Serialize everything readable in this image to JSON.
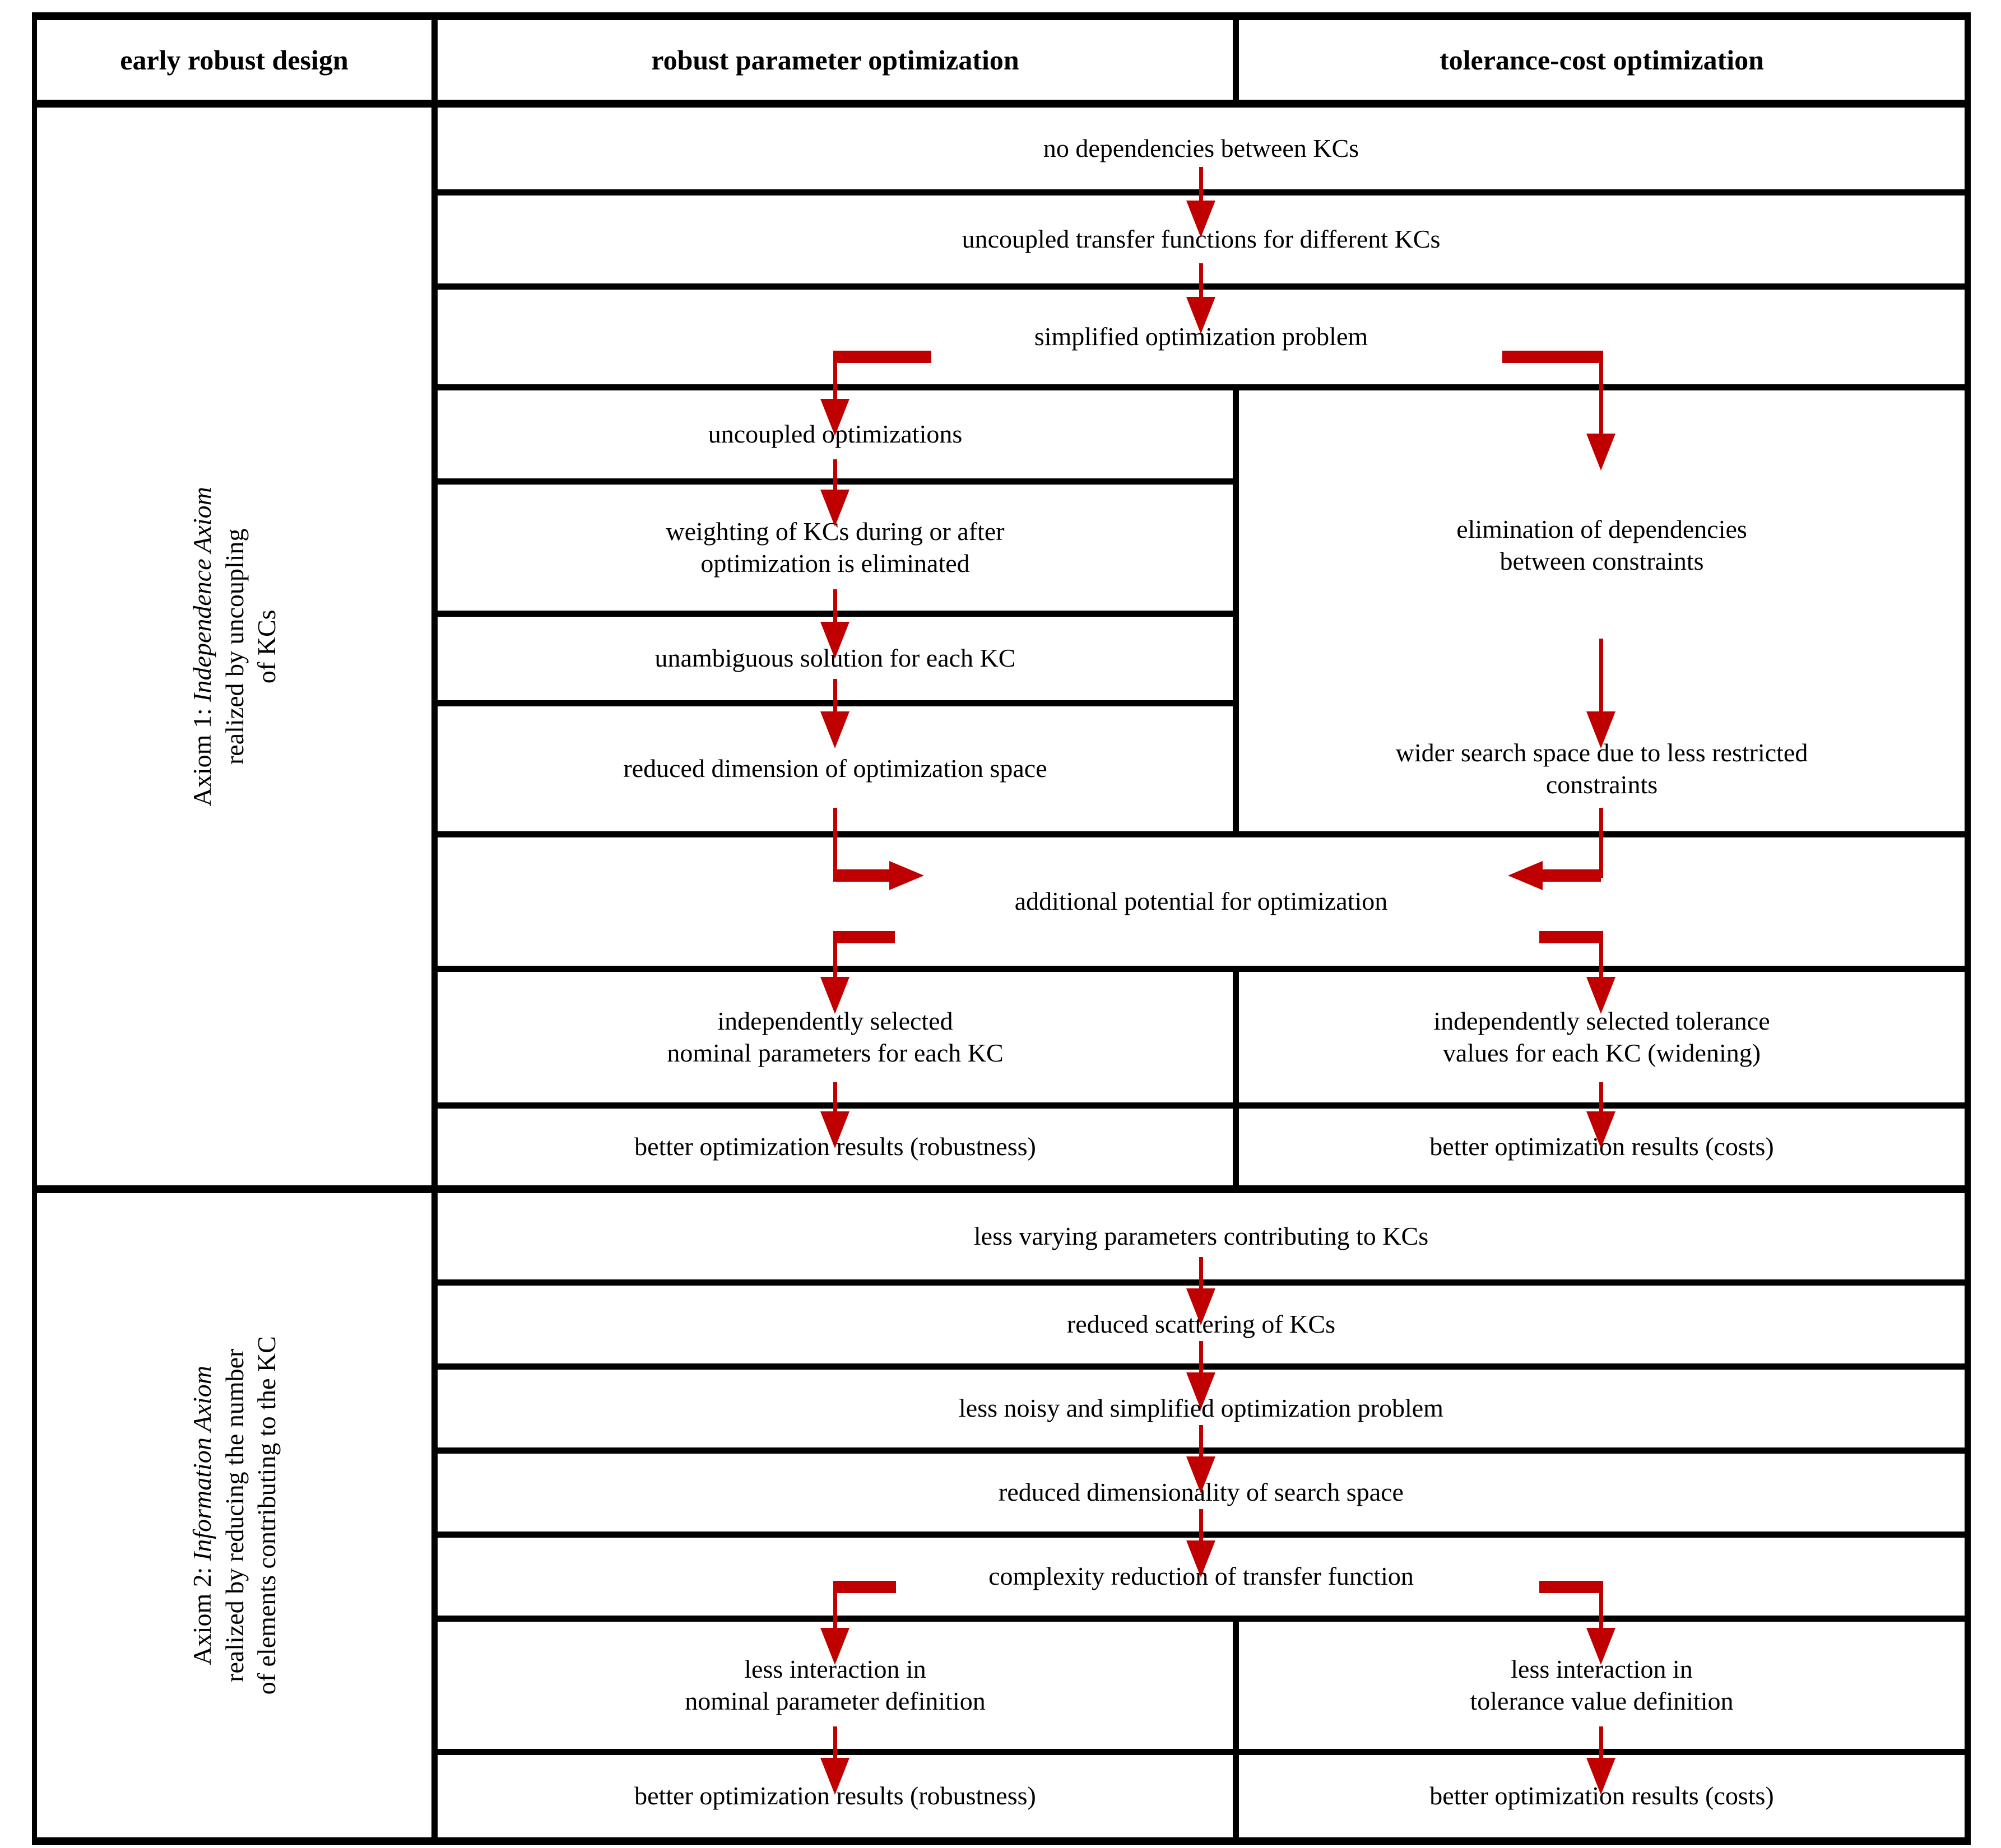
{
  "headers": {
    "col1": "early robust design",
    "col2": "robust parameter optimization",
    "col3": "tolerance-cost optimization"
  },
  "sections": [
    {
      "id": "axiom-1",
      "side_label_line1_prefix": "Axiom 1: ",
      "side_label_line1_italic": "Independence Axiom",
      "side_label_line2": "realized by  uncoupling",
      "side_label_line3": "of KCs",
      "rows": [
        {
          "type": "span",
          "text": "no dependencies between KCs"
        },
        {
          "type": "span",
          "text": "uncoupled transfer functions for different KCs"
        },
        {
          "type": "span",
          "text": "simplified optimization problem"
        },
        {
          "type": "split",
          "left": "uncoupled optimizations",
          "right": ""
        },
        {
          "type": "split",
          "left": "weighting of KCs during or after optimization is eliminated",
          "right": "elimination of dependencies between constraints"
        },
        {
          "type": "split",
          "left": "unambiguous solution for each KC",
          "right": ""
        },
        {
          "type": "split",
          "left": "reduced dimension of optimization space",
          "right": "wider search space due to less restricted constraints"
        },
        {
          "type": "span",
          "text": "additional potential for optimization"
        },
        {
          "type": "split",
          "left": "independently selected nominal parameters for each KC",
          "right": "independently selected tolerance values for each KC (widening)"
        },
        {
          "type": "split",
          "left": "better optimization results (robustness)",
          "right": "better optimization results (costs)"
        }
      ]
    },
    {
      "id": "axiom-2",
      "side_label_line1_prefix": "Axiom 2: ",
      "side_label_line1_italic": "Information Axiom",
      "side_label_line2": "realized by reducing the number",
      "side_label_line3": "of elements contributing to the KC",
      "rows": [
        {
          "type": "span",
          "text": "less varying parameters contributing to KCs"
        },
        {
          "type": "span",
          "text": "reduced scattering of KCs"
        },
        {
          "type": "span",
          "text": "less noisy and simplified optimization problem"
        },
        {
          "type": "span",
          "text": "reduced dimensionality of search space"
        },
        {
          "type": "span",
          "text": "complexity reduction of transfer function"
        },
        {
          "type": "split",
          "left": "less interaction in nominal parameter definition",
          "right": "less interaction in tolerance value definition"
        },
        {
          "type": "split",
          "left": "better optimization results (robustness)",
          "right": "better optimization results (costs)"
        }
      ]
    }
  ],
  "cells": {
    "a1_r1": "no dependencies between KCs",
    "a1_r2": "uncoupled transfer functions for different KCs",
    "a1_r3": "simplified optimization problem",
    "a1_r4_l": "uncoupled optimizations",
    "a1_r5_l1": "weighting of KCs during or after",
    "a1_r5_l2": "optimization is eliminated",
    "a1_r5_r1": "elimination of dependencies",
    "a1_r5_r2": "between constraints",
    "a1_r6_l": "unambiguous solution for each KC",
    "a1_r7_l": "reduced dimension of optimization space",
    "a1_r7_r1": "wider search space due to less restricted",
    "a1_r7_r2": "constraints",
    "a1_r8": "additional potential for optimization",
    "a1_r9_l1": "independently selected",
    "a1_r9_l2": "nominal parameters for each KC",
    "a1_r9_r1": "independently selected tolerance",
    "a1_r9_r2": "values for each KC (widening)",
    "a1_r10_l": "better optimization results (robustness)",
    "a1_r10_r": "better optimization results (costs)",
    "a2_r1": "less varying parameters contributing to KCs",
    "a2_r2": "reduced scattering of KCs",
    "a2_r3": "less noisy and simplified optimization problem",
    "a2_r4": "reduced dimensionality of search space",
    "a2_r5": "complexity reduction of transfer function",
    "a2_r6_l1": "less interaction in",
    "a2_r6_l2": "nominal parameter definition",
    "a2_r6_r1": "less interaction in",
    "a2_r6_r2": "tolerance value definition",
    "a2_r7_l": "better optimization results (robustness)",
    "a2_r7_r": "better optimization results (costs)"
  },
  "side": {
    "a1_l1a": "Axiom 1: ",
    "a1_l1b": "Independence Axiom",
    "a1_l2": "realized by  uncoupling",
    "a1_l3": "of KCs",
    "a2_l1a": "Axiom 2: ",
    "a2_l1b": "Information Axiom",
    "a2_l2": "realized by reducing the number",
    "a2_l3": "of elements contributing to the KC"
  },
  "colors": {
    "arrow": "#C00000",
    "rule": "#000000",
    "background": "#FFFFFF"
  }
}
